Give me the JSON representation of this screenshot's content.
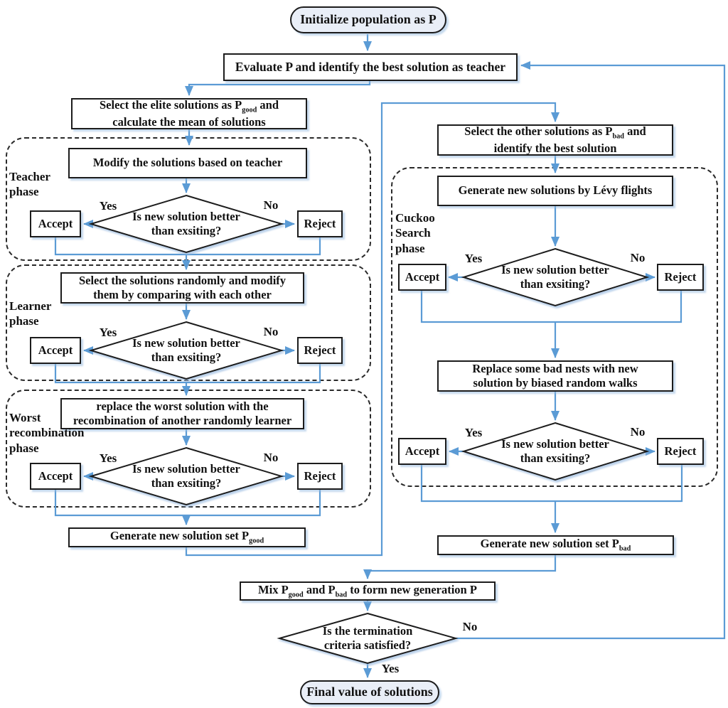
{
  "diagram": {
    "title_hint": "Hybrid TLBO - Cuckoo Search optimization flowchart",
    "colors": {
      "arrow": "#5b9bd5",
      "border": "#1c1c1c",
      "terminal_fill": "#e9eef7"
    },
    "yes_label": "Yes",
    "no_label": "No",
    "accept_label": "Accept",
    "reject_label": "Reject",
    "decision_question": "Is new solution better\nthan exsiting?",
    "nodes": {
      "start": {
        "label": "Initialize population as P"
      },
      "evaluate": {
        "label": "Evaluate P and identify the best solution as teacher"
      },
      "select_elite": {
        "segments": [
          {
            "t": "Select the elite solutions as P"
          },
          {
            "t": "good",
            "sub": true
          },
          {
            "t": " and"
          },
          {
            "br": true
          },
          {
            "t": "calculate the mean of solutions"
          }
        ]
      },
      "modify": {
        "label": "Modify the solutions based on teacher"
      },
      "select_random": {
        "label": "Select the solutions randomly and modify\nthem by comparing with each other"
      },
      "replace_worst": {
        "label": "replace the worst solution with the\nrecombination of another randomly learner"
      },
      "gen_pgood": {
        "segments": [
          {
            "t": "Generate new solution set P"
          },
          {
            "t": "good",
            "sub": true
          }
        ]
      },
      "select_other": {
        "segments": [
          {
            "t": "Select the other solutions as P"
          },
          {
            "t": "bad",
            "sub": true
          },
          {
            "t": " and"
          },
          {
            "br": true
          },
          {
            "t": "identify the best solution"
          }
        ]
      },
      "levy": {
        "label": "Generate new solutions by Lévy flights"
      },
      "replace_nests": {
        "label": "Replace some bad nests with new\nsolution by biased random walks"
      },
      "gen_pbad": {
        "segments": [
          {
            "t": "Generate new solution set P"
          },
          {
            "t": "bad",
            "sub": true
          }
        ]
      },
      "mix": {
        "segments": [
          {
            "t": "Mix P"
          },
          {
            "t": "good",
            "sub": true
          },
          {
            "t": " and P"
          },
          {
            "t": "bad",
            "sub": true
          },
          {
            "t": " to form new generation P"
          }
        ]
      },
      "termination": {
        "label": "Is the termination\ncriteria satisfied?"
      },
      "final": {
        "label": "Final value of solutions"
      }
    },
    "phases": {
      "teacher": {
        "label": "Teacher\nphase"
      },
      "learner": {
        "label": "Learner\nphase"
      },
      "worst": {
        "label": "Worst\nrecombination\nphase"
      },
      "cuckoo": {
        "label": "Cuckoo\nSearch\nphase"
      }
    }
  }
}
